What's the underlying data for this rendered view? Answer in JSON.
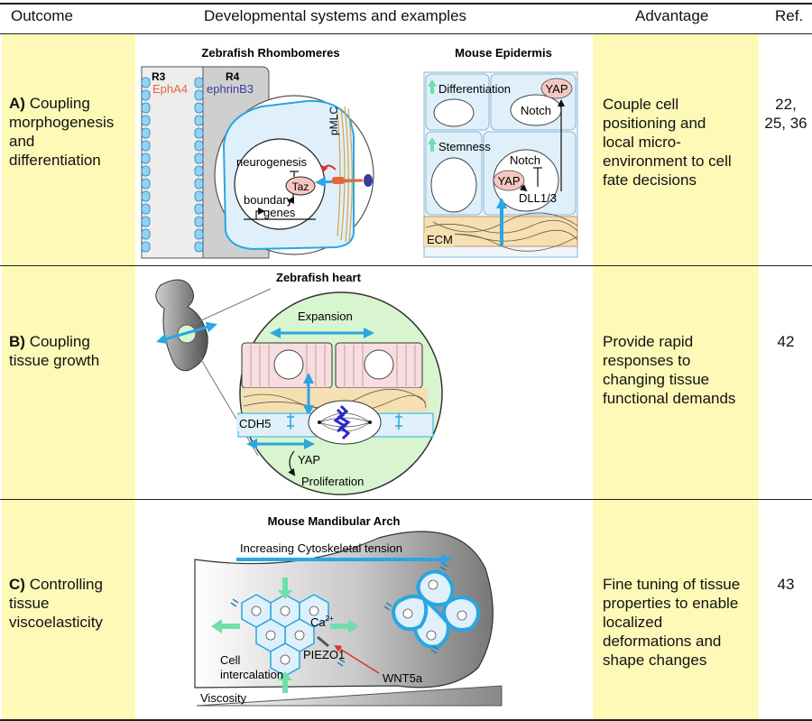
{
  "headers": {
    "outcome": "Outcome",
    "systems": "Developmental systems and examples",
    "advantage": "Advantage",
    "ref": "Ref."
  },
  "colors": {
    "outcome_bg": "#fff9b8",
    "cell_blue": "#dff0fb",
    "arrow_blue": "#2aa6e0",
    "arrow_green": "#6fe0a8",
    "heart_green": "#d8f5d0",
    "ecm_tan": "#f5dfb3"
  },
  "rows": [
    {
      "letter": "A)",
      "outcome_lines": [
        "Coupling",
        "morphogenesis",
        "and",
        "differentiation"
      ],
      "advantage_lines": [
        "Couple cell",
        "positioning and",
        "local micro-",
        "environment to cell",
        "fate decisions"
      ],
      "ref_lines": [
        "22,",
        "25, 36"
      ]
    },
    {
      "letter": "B)",
      "outcome_lines": [
        "Coupling",
        "tissue growth"
      ],
      "advantage_lines": [
        "Provide rapid",
        "responses to",
        "changing tissue",
        "functional demands"
      ],
      "ref_lines": [
        "42"
      ]
    },
    {
      "letter": "C)",
      "outcome_lines": [
        "Controlling",
        "tissue",
        "viscoelasticity"
      ],
      "advantage_lines": [
        "Fine tuning of tissue",
        "properties to enable",
        "localized",
        "deformations and",
        "shape changes"
      ],
      "ref_lines": [
        "43"
      ]
    }
  ],
  "figA": {
    "title_left": "Zebrafish Rhombomeres",
    "title_right": "Mouse Epidermis",
    "r3": "R3",
    "r4": "R4",
    "epha4": "EphA4",
    "ephrinb3": "ephrinB3",
    "pmlc": "pMLC",
    "neurogenesis": "neurogenesis",
    "taz": "Taz",
    "boundary": "boundary",
    "genes": "genes",
    "differentiation": "Differentiation",
    "yap_top": "YAP",
    "notch_top": "Notch",
    "stemness": "Stemness",
    "notch_bottom": "Notch",
    "yap_bottom": "YAP",
    "dll": "DLL1/3",
    "ecm": "ECM"
  },
  "figB": {
    "title": "Zebrafish heart",
    "expansion": "Expansion",
    "cdh5": "CDH5",
    "yap": "YAP",
    "proliferation": "Proliferation"
  },
  "figC": {
    "title": "Mouse Mandibular Arch",
    "tension": "Increasing Cytoskeletal tension",
    "ca": "Ca",
    "ca_sup": "2+",
    "piezo": "PIEZO1",
    "wnt": "WNT5a",
    "cell_line1": "Cell",
    "cell_line2": "intercalation",
    "viscosity": "Viscosity"
  }
}
